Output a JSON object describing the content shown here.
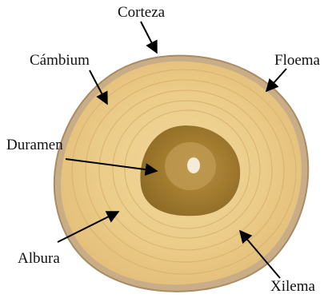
{
  "diagram": {
    "labels": {
      "corteza": "Corteza",
      "cambium": "Cámbium",
      "floema": "Floema",
      "duramen": "Duramen",
      "albura": "Albura",
      "xilema": "Xilema"
    }
  },
  "colors": {
    "bark": "#c9ad86",
    "sapwood": "#eacb88",
    "heartwood": "#a07a2c",
    "pith": "#f4ecd8",
    "arrow": "#000000"
  }
}
